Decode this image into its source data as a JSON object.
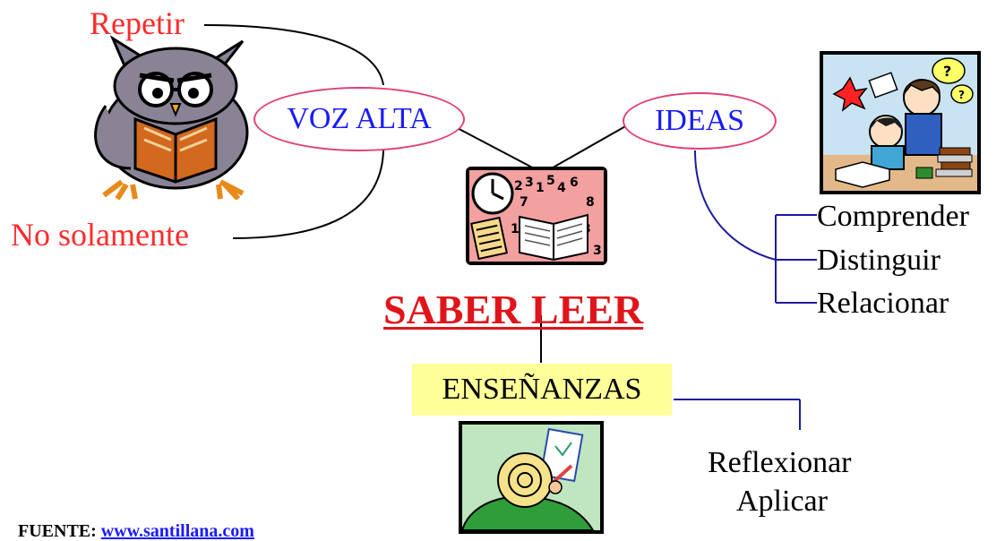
{
  "center": {
    "title": "SABER LEER"
  },
  "left_branch": {
    "node": "VOZ ALTA",
    "repeat": "Repetir",
    "not_only": "No solamente"
  },
  "right_branch": {
    "node": "IDEAS",
    "items": [
      "Comprender",
      "Distinguir",
      "Relacionar"
    ]
  },
  "bottom_branch": {
    "node": "ENSEÑANZAS",
    "items": [
      "Reflexionar",
      "Aplicar"
    ]
  },
  "source": {
    "label": "FUENTE:",
    "link": "www.santillana.com"
  },
  "colors": {
    "title": "#e0151b",
    "red_text": "#ff2b2b",
    "blue_text": "#1a1aff",
    "ellipse_border": "#e0407a",
    "ense_box": "#ffff99",
    "connector_blue": "#1c1c9c"
  },
  "icons": [
    "owl-reading-clipart",
    "clock-books-clipart",
    "kids-studying-clipart",
    "snail-writing-clipart"
  ]
}
